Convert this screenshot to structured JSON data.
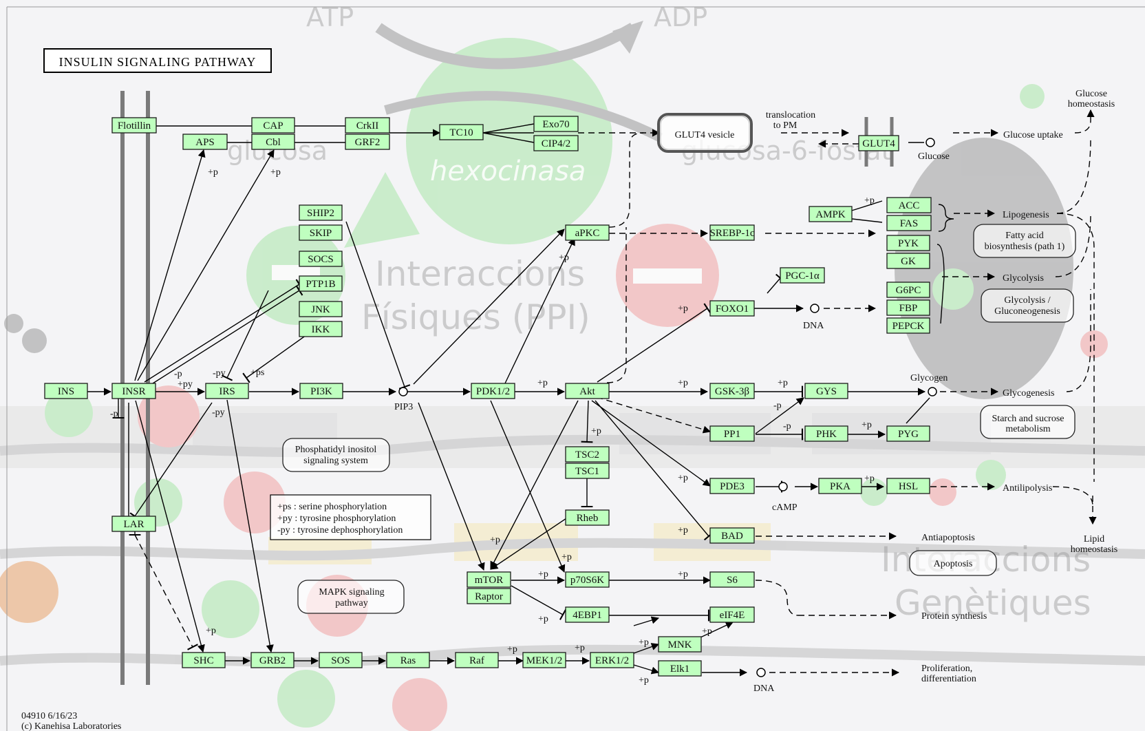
{
  "title": "INSULIN SIGNALING PATHWAY",
  "footer": {
    "id": "04910 6/16/23",
    "copyright": "(c) Kanehisa Laboratories"
  },
  "watermark": {
    "atp": "ATP",
    "adp": "ADP",
    "enzyme": "hexocinasa",
    "glucosa": "glucosa",
    "g6p": "glucosa-6-fosfat",
    "ppi_line1": "Interaccions",
    "ppi_line2": "Físiques (PPI)",
    "gen_line1": "Interaccions",
    "gen_line2": "Genètiques"
  },
  "nodes": [
    {
      "id": "flotillin",
      "label": "Flotillin"
    },
    {
      "id": "cap",
      "label": "CAP"
    },
    {
      "id": "cbl",
      "label": "Cbl"
    },
    {
      "id": "aps",
      "label": "APS"
    },
    {
      "id": "crkii",
      "label": "CrkII"
    },
    {
      "id": "grf2",
      "label": "GRF2"
    },
    {
      "id": "tc10",
      "label": "TC10"
    },
    {
      "id": "exo70",
      "label": "Exo70"
    },
    {
      "id": "cip42",
      "label": "CIP4/2"
    },
    {
      "id": "glut4",
      "label": "GLUT4"
    },
    {
      "id": "ship2",
      "label": "SHIP2"
    },
    {
      "id": "skip",
      "label": "SKIP"
    },
    {
      "id": "socs",
      "label": "SOCS"
    },
    {
      "id": "ptp1b",
      "label": "PTP1B"
    },
    {
      "id": "jnk",
      "label": "JNK"
    },
    {
      "id": "ikk",
      "label": "IKK"
    },
    {
      "id": "apkc",
      "label": "aPKC"
    },
    {
      "id": "srebp",
      "label": "SREBP-1c"
    },
    {
      "id": "ampk",
      "label": "AMPK"
    },
    {
      "id": "acc",
      "label": "ACC"
    },
    {
      "id": "fas",
      "label": "FAS"
    },
    {
      "id": "pyk",
      "label": "PYK"
    },
    {
      "id": "gk",
      "label": "GK"
    },
    {
      "id": "pgc",
      "label": "PGC-1α"
    },
    {
      "id": "foxo1",
      "label": "FOXO1"
    },
    {
      "id": "g6pc",
      "label": "G6PC"
    },
    {
      "id": "fbp",
      "label": "FBP"
    },
    {
      "id": "pepck",
      "label": "PEPCK"
    },
    {
      "id": "ins",
      "label": "INS"
    },
    {
      "id": "insr",
      "label": "INSR"
    },
    {
      "id": "irs",
      "label": "IRS"
    },
    {
      "id": "pi3k",
      "label": "PI3K"
    },
    {
      "id": "pdk12",
      "label": "PDK1/2"
    },
    {
      "id": "akt",
      "label": "Akt"
    },
    {
      "id": "gsk3b",
      "label": "GSK-3β"
    },
    {
      "id": "gys",
      "label": "GYS"
    },
    {
      "id": "pp1",
      "label": "PP1"
    },
    {
      "id": "phk",
      "label": "PHK"
    },
    {
      "id": "pyg",
      "label": "PYG"
    },
    {
      "id": "tsc2",
      "label": "TSC2"
    },
    {
      "id": "tsc1",
      "label": "TSC1"
    },
    {
      "id": "pde3",
      "label": "PDE3"
    },
    {
      "id": "pka",
      "label": "PKA"
    },
    {
      "id": "hsl",
      "label": "HSL"
    },
    {
      "id": "lar",
      "label": "LAR"
    },
    {
      "id": "rheb",
      "label": "Rheb"
    },
    {
      "id": "bad",
      "label": "BAD"
    },
    {
      "id": "mtor",
      "label": "mTOR"
    },
    {
      "id": "raptor",
      "label": "Raptor"
    },
    {
      "id": "p70s6k",
      "label": "p70S6K"
    },
    {
      "id": "s6",
      "label": "S6"
    },
    {
      "id": "ebp1",
      "label": "4EBP1"
    },
    {
      "id": "eif4e",
      "label": "eIF4E"
    },
    {
      "id": "mnk",
      "label": "MNK"
    },
    {
      "id": "elk1",
      "label": "Elk1"
    },
    {
      "id": "shc",
      "label": "SHC"
    },
    {
      "id": "grb2",
      "label": "GRB2"
    },
    {
      "id": "sos",
      "label": "SOS"
    },
    {
      "id": "ras",
      "label": "Ras"
    },
    {
      "id": "raf",
      "label": "Raf"
    },
    {
      "id": "mek12",
      "label": "MEK1/2"
    },
    {
      "id": "erk12",
      "label": "ERK1/2"
    }
  ],
  "rounded_boxes": {
    "glut4_vesicle": "GLUT4 vesicle",
    "fatty_acid": [
      "Fatty acid",
      "biosynthesis (path 1)"
    ],
    "glycolysis_gluco": [
      "Glycolysis /",
      "Gluconeogenesis"
    ],
    "starch": [
      "Starch and sucrose",
      "metabolism"
    ],
    "apoptosis": "Apoptosis",
    "phosphatidyl": [
      "Phosphatidyl inositol",
      "signaling system"
    ],
    "mapk": [
      "MAPK signaling",
      "pathway"
    ]
  },
  "legend": [
    "+ps : serine phosphorylation",
    "+py : tyrosine phosphorylation",
    "-py : tyrosine dephosphorylation"
  ],
  "outputs": {
    "glucose_homeostasis": [
      "Glucose",
      "homeostasis"
    ],
    "glucose_uptake": "Glucose uptake",
    "glucose": "Glucose",
    "lipogenesis": "Lipogenesis",
    "glycolysis": "Glycolysis",
    "glycogen": "Glycogen",
    "glycogenesis": "Glycogenesis",
    "antilipolysis": "Antilipolysis",
    "lipid_homeostasis": [
      "Lipid",
      "homeostasis"
    ],
    "antiapoptosis": "Antiapoptosis",
    "protein_synthesis": "Protein synthesis",
    "proliferation": [
      "Proliferation,",
      "differentiation"
    ],
    "translocation": [
      "translocation",
      "to PM"
    ],
    "pip3": "PIP3",
    "dna": "DNA",
    "camp": "cAMP"
  },
  "edge_labels": {
    "p_plus": "+p",
    "p_minus": "-p",
    "py_plus": "+py",
    "py_minus": "-py",
    "ps_plus": "+ps"
  },
  "colors": {
    "node_fill": "#bfffbf",
    "watermark_green": "#a9e6a9",
    "watermark_red": "#f1a3a3",
    "membrane": "#7a7a7a"
  }
}
